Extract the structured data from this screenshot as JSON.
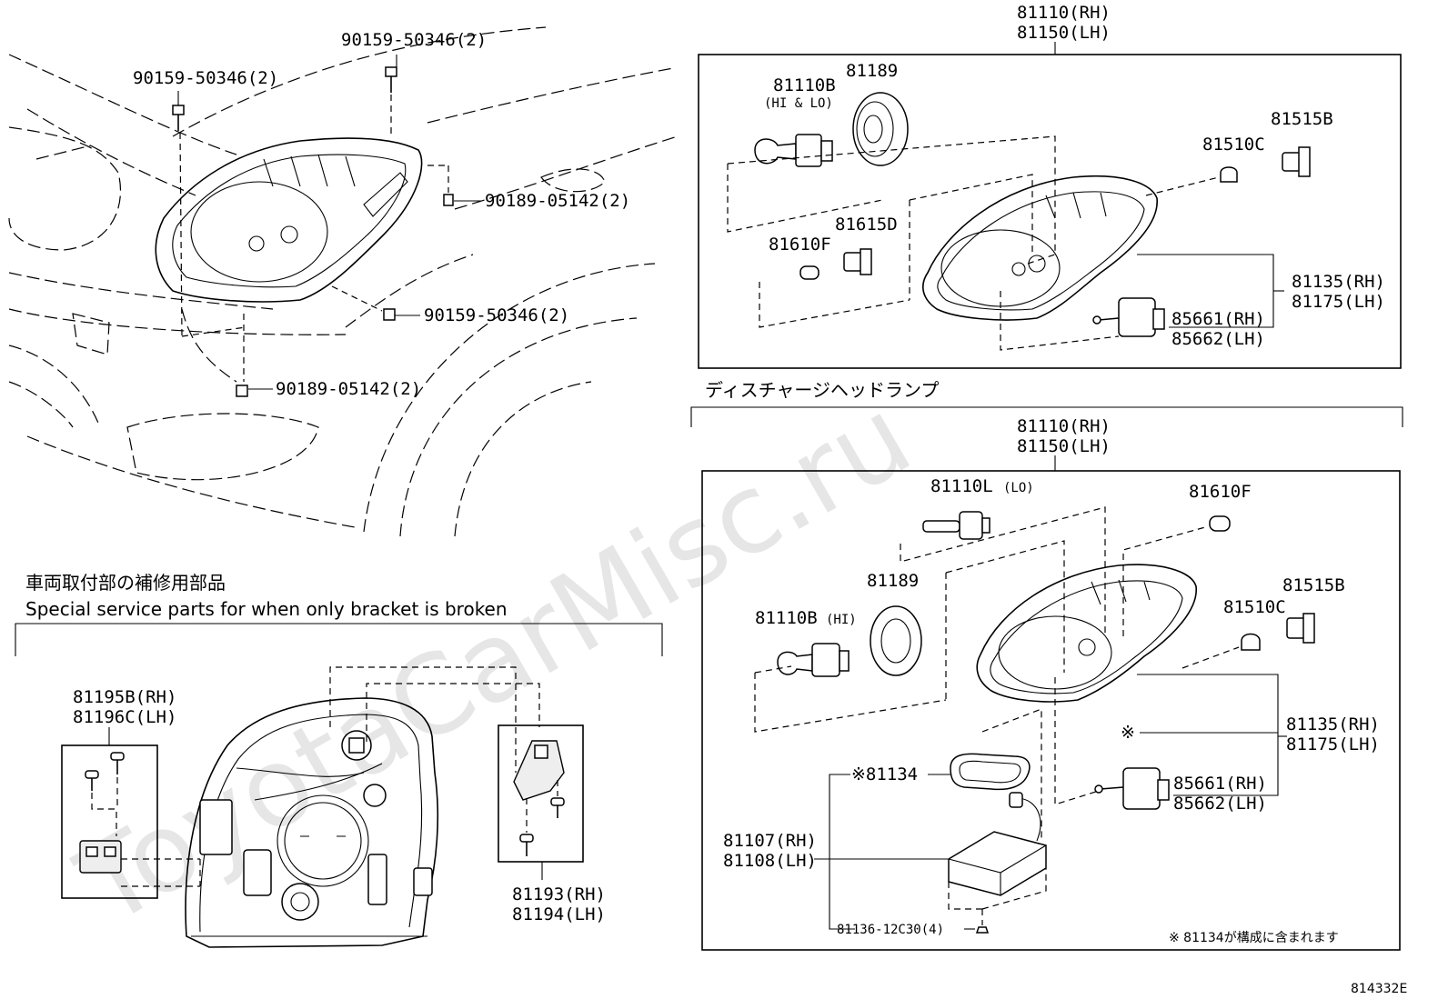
{
  "watermark": "ToyotaCarMisc.ru",
  "diagram_code": "814332E",
  "vehicle_section": {
    "labels": {
      "bolt_top": "90159-50346(2)",
      "bolt_left": "90159-50346(2)",
      "clip_right": "90189-05142(2)",
      "bolt_bottom": "90159-50346(2)",
      "clip_bottom": "90189-05142(2)"
    }
  },
  "halogen_section": {
    "assembly": {
      "rh": "81110(RH)",
      "lh": "81150(LH)"
    },
    "labels": {
      "bulb_hilo": "81110B",
      "bulb_hilo_note": "(HI & LO)",
      "cover": "81189",
      "socket_small_a": "81615D",
      "bulb_small_a": "81610F",
      "socket_small_b": "81515B",
      "bulb_small_b": "81510C",
      "housing_rh": "81135(RH)",
      "housing_lh": "81175(LH)",
      "actuator_rh": "85661(RH)",
      "actuator_lh": "85662(LH)"
    }
  },
  "discharge_section": {
    "title": "ディスチャージヘッドランプ",
    "assembly": {
      "rh": "81110(RH)",
      "lh": "81150(LH)"
    },
    "labels": {
      "bulb_lo": "81110L",
      "bulb_lo_note": "(LO)",
      "bulb_small_a": "81610F",
      "cover": "81189",
      "socket_small_b": "81515B",
      "bulb_small_b": "81510C",
      "bulb_hi": "81110B",
      "bulb_hi_note": "(HI)",
      "housing_mark": "※",
      "housing_rh": "81135(RH)",
      "housing_lh": "81175(LH)",
      "gasket": "※81134",
      "actuator_rh": "85661(RH)",
      "actuator_lh": "85662(LH)",
      "ballast_rh": "81107(RH)",
      "ballast_lh": "81108(LH)",
      "screw": "81136-12C30(4)",
      "footnote": "※ 81134が構成に含まれます"
    }
  },
  "bracket_section": {
    "title_jp": "車両取付部の補修用部品",
    "title_en": "Special service parts for when only bracket is broken",
    "labels": {
      "kit_upper_rh": "81195B(RH)",
      "kit_upper_lh": "81196C(LH)",
      "kit_lower_rh": "81193(RH)",
      "kit_lower_lh": "81194(LH)"
    }
  }
}
